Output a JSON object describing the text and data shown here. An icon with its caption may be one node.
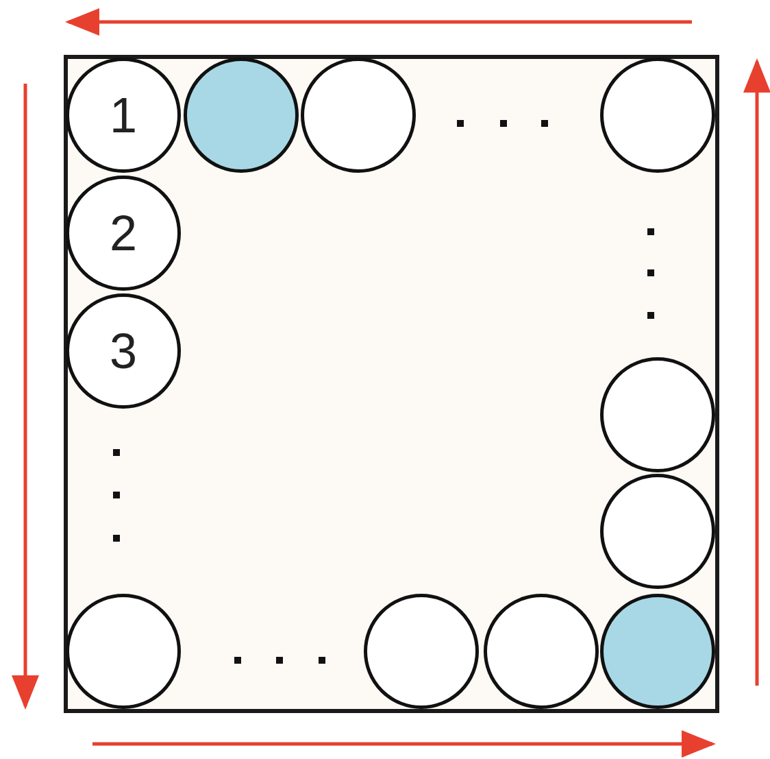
{
  "diagram": {
    "nodes": [
      {
        "text": [],
        "shape": "box"
      },
      {
        "text": [
          "1"
        ],
        "in": 0
      },
      {
        "text": [],
        "shape": "circle",
        "in": 0
      },
      {
        "text": [],
        "shape": "circle",
        "in": 0
      },
      {
        "text": [],
        "shape": "circle",
        "in": 0
      },
      {
        "text": [
          "2"
        ],
        "in": 0
      },
      {
        "text": [
          "3"
        ],
        "in": 0
      },
      {
        "text": [],
        "shape": "circle",
        "in": 0
      },
      {
        "text": [],
        "shape": "circle",
        "in": 0
      },
      {
        "text": [],
        "shape": "circle",
        "in": 0
      },
      {
        "text": [],
        "shape": "circle",
        "in": 0
      },
      {
        "text": [],
        "shape": "circle",
        "in": 0
      },
      {
        "text": [],
        "shape": "circle",
        "in": 0
      }
    ]
  }
}
